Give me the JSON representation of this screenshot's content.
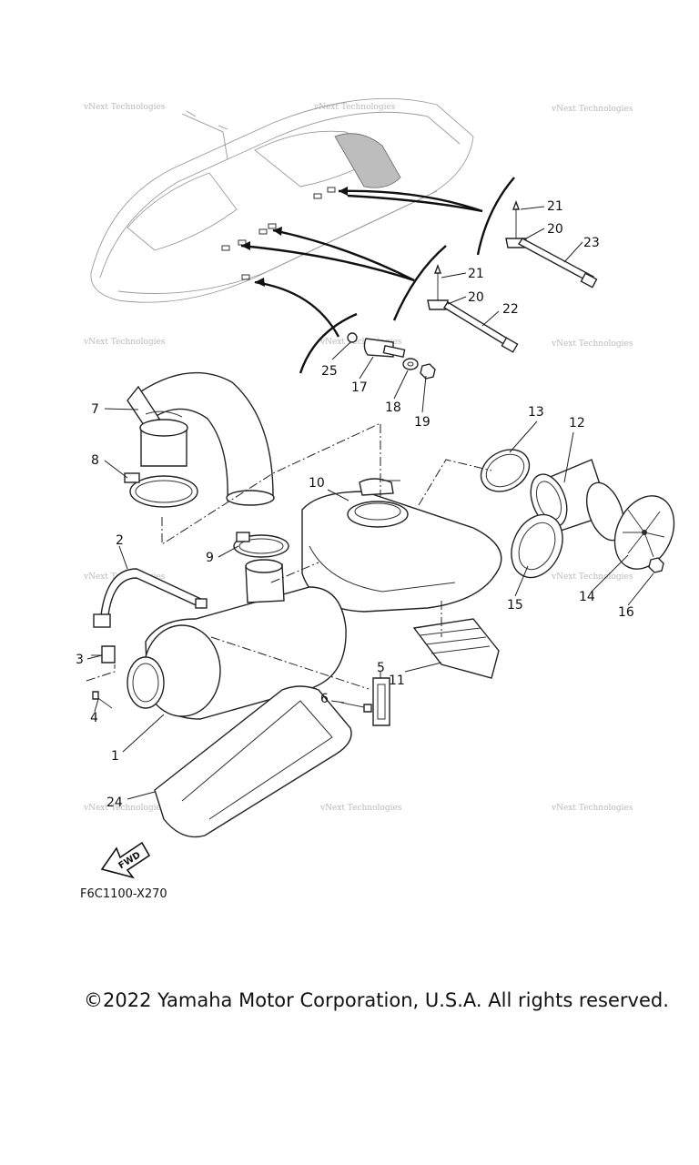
{
  "figure_code": "F6C1100-X270",
  "copyright": "©2022 Yamaha Motor Corporation, U.S.A. All rights reserved.",
  "watermark": "vNext Technologies",
  "fwd_label": "FWD",
  "callouts": {
    "c1": "1",
    "c2": "2",
    "c3": "3",
    "c4": "4",
    "c5": "5",
    "c6": "6",
    "c7": "7",
    "c8": "8",
    "c9": "9",
    "c10": "10",
    "c11": "11",
    "c12": "12",
    "c13": "13",
    "c14": "14",
    "c15": "15",
    "c16": "16",
    "c17": "17",
    "c18": "18",
    "c19": "19",
    "c20a": "20",
    "c20b": "20",
    "c21a": "21",
    "c21b": "21",
    "c22": "22",
    "c23": "23",
    "c24": "24",
    "c25": "25"
  }
}
